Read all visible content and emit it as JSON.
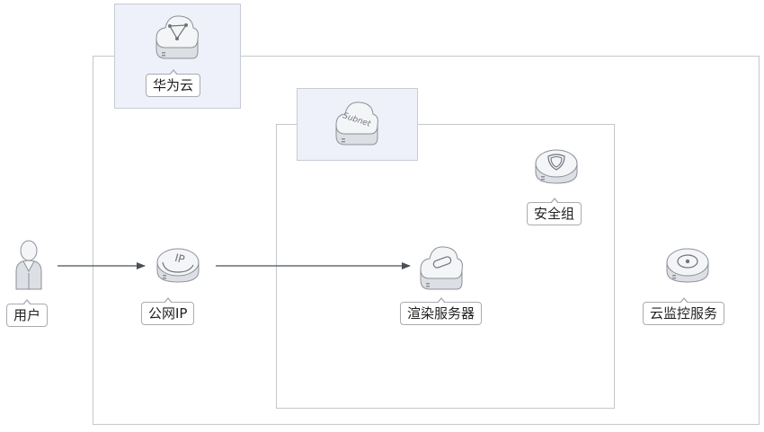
{
  "labels": {
    "cloud": "华为云",
    "user": "用户",
    "eip": "公网IP",
    "render_server": "渲染服务器",
    "security_group": "安全组",
    "cloud_monitor": "云监控服务"
  },
  "icons": {
    "cloud": "cloud-network-icon",
    "subnet": "subnet-cloud-icon",
    "user": "user-person-icon",
    "eip": "elastic-ip-icon",
    "render_server": "ecs-server-icon",
    "security_group": "security-shield-icon",
    "cloud_monitor": "cloud-eye-monitor-icon"
  },
  "subnet_icon_text": "Subnet",
  "eip_icon_text": "IP",
  "colors": {
    "region_border": "#c4c7cc",
    "tab_fill": "#eef1f9",
    "arrow": "#4a5058",
    "icon_top": "#f4f5f7",
    "icon_side": "#dcdfe4",
    "icon_stroke": "#8c9199"
  }
}
